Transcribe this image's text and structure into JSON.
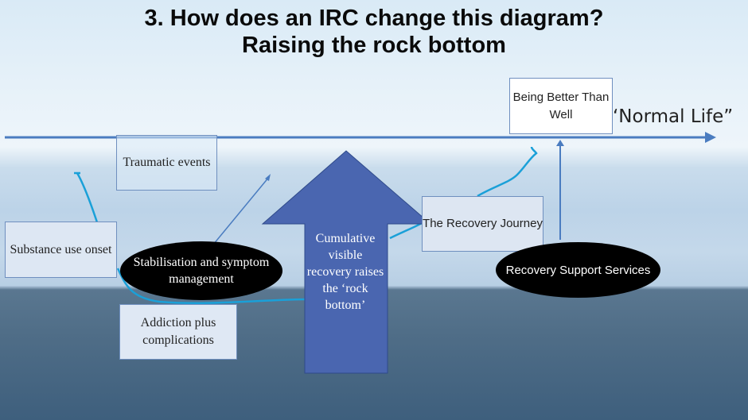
{
  "title": {
    "line1": "3. How does an IRC change this diagram?",
    "line2": "Raising the rock bottom"
  },
  "normal_life_label": "‘Normal Life”",
  "boxes": {
    "traumatic_events": "Traumatic events",
    "substance_use_onset": "Substance use onset",
    "addiction_plus_complications": "Addiction plus complications",
    "recovery_journey": "The Recovery Journey",
    "being_better_than_well": "Being Better Than Well"
  },
  "ellipses": {
    "stabilisation": "Stabilisation and symptom management",
    "recovery_support_services": "Recovery Support Services"
  },
  "big_arrow_text": "Cumulative visible recovery raises the ‘rock bottom’",
  "colors": {
    "axis_line": "#4a7cc0",
    "big_arrow": "#4a66b0",
    "curve": "#1aa0d8"
  }
}
